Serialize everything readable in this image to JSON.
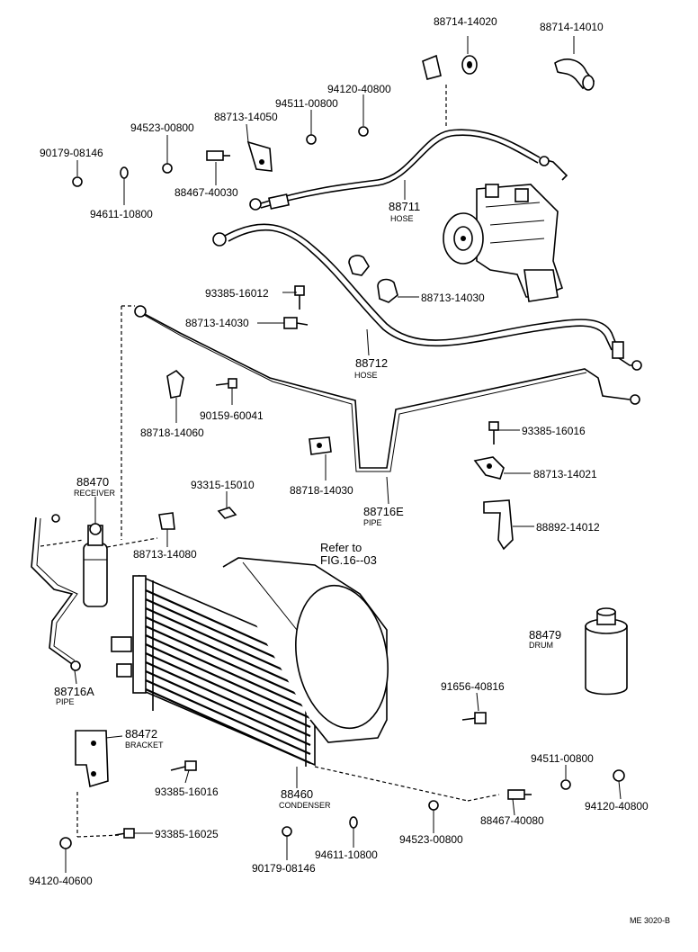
{
  "labels": {
    "p88714_14020": "88714-14020",
    "p88714_14010": "88714-14010",
    "p94120_40800_top": "94120-40800",
    "p94511_00800_top": "94511-00800",
    "p94523_00800_top": "94523-00800",
    "p88713_14050": "88713-14050",
    "p90179_08146_top": "90179-08146",
    "p88467_40030": "88467-40030",
    "p94611_10800_top": "94611-10800",
    "p88711": "88711",
    "p88711_name": "HOSE",
    "p93385_16012": "93385-16012",
    "p88713_14030_right": "88713-14030",
    "p88713_14030_left": "88713-14030",
    "p88712": "88712",
    "p88712_name": "HOSE",
    "p90159_60041": "90159-60041",
    "p88718_14060": "88718-14060",
    "p93385_16016_right": "93385-16016",
    "p88718_14030": "88718-14030",
    "p88713_14021": "88713-14021",
    "p88470": "88470",
    "p88470_name": "RECEIVER",
    "p93315_15010": "93315-15010",
    "p88716E": "88716E",
    "p88716E_name": "PIPE",
    "p88892_14012": "88892-14012",
    "p88713_14080": "88713-14080",
    "refer_line1": "Refer to",
    "refer_line2": "FIG.16--03",
    "p88479": "88479",
    "p88479_name": "DRUM",
    "p88716A": "88716A",
    "p88716A_name": "PIPE",
    "p91656_40816": "91656-40816",
    "p88472": "88472",
    "p88472_name": "BRACKET",
    "p94511_00800_bot": "94511-00800",
    "p93385_16016_bot": "93385-16016",
    "p88460": "88460",
    "p88460_name": "CONDENSER",
    "p94120_40800_bot": "94120-40800",
    "p88467_40080": "88467-40080",
    "p94523_00800_bot": "94523-00800",
    "p93385_16025": "93385-16025",
    "p94611_10800_bot": "94611-10800",
    "p90179_08146_bot": "90179-08146",
    "p94120_40600": "94120-40600",
    "figure_code": "ME 3020-B"
  }
}
